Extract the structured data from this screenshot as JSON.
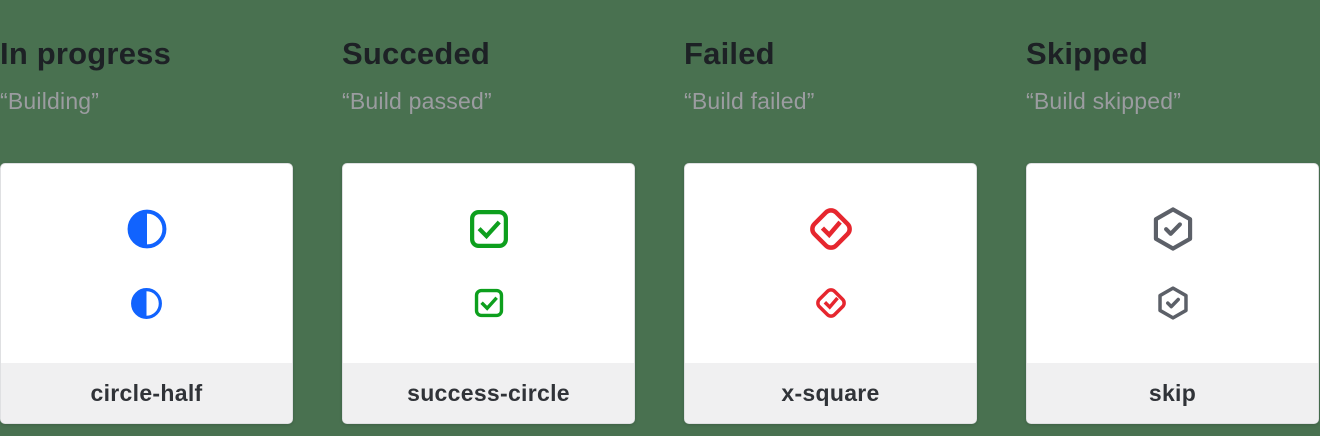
{
  "colors": {
    "background": "#497150",
    "card_background": "#ffffff",
    "card_border": "#dfe0e2",
    "footer_background": "#f0f0f1",
    "heading_text": "#1d2125",
    "subtitle_text": "#9b9ca0",
    "label_text": "#303338",
    "in_progress_blue": "#1163fe",
    "succeded_green": "#0d9f1d",
    "failed_red": "#e6262e",
    "skipped_gray": "#5c6068"
  },
  "columns": [
    {
      "title": "In progress",
      "subtitle": "“Building”",
      "icon": "circle-half-icon",
      "icon_color": "#1163fe",
      "label": "circle-half"
    },
    {
      "title": "Succeded",
      "subtitle": "“Build passed”",
      "icon": "success-circle-icon",
      "icon_color": "#0d9f1d",
      "label": "success-circle"
    },
    {
      "title": "Failed",
      "subtitle": "“Build failed”",
      "icon": "x-square-icon",
      "icon_color": "#e6262e",
      "label": "x-square"
    },
    {
      "title": "Skipped",
      "subtitle": "“Build skipped”",
      "icon": "skip-icon",
      "icon_color": "#5c6068",
      "label": "skip"
    }
  ]
}
